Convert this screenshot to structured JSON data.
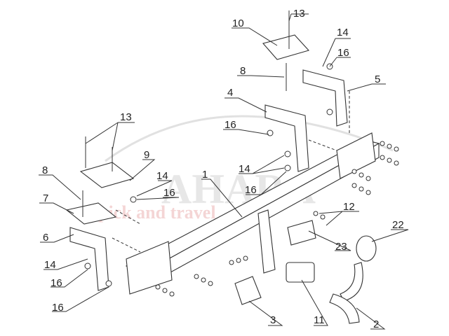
{
  "watermark": {
    "brand": "AHARA",
    "tagline": "pick and travel",
    "color": "#e8b4b4"
  },
  "labels": {
    "l13a": "13",
    "l10": "10",
    "l14a": "14",
    "l16a": "16",
    "l8a": "8",
    "l5": "5",
    "l4": "4",
    "l16b": "16",
    "l13b": "13",
    "l9": "9",
    "l14b": "14",
    "l16c": "16",
    "l8b": "8",
    "l7": "7",
    "l1": "1",
    "l14c": "14",
    "l16d": "16",
    "l12": "12",
    "l22": "22",
    "l6": "6",
    "l23": "23",
    "l14d": "14",
    "l16e": "16",
    "l16f": "16",
    "l3": "3",
    "l11": "11",
    "l2": "2"
  }
}
